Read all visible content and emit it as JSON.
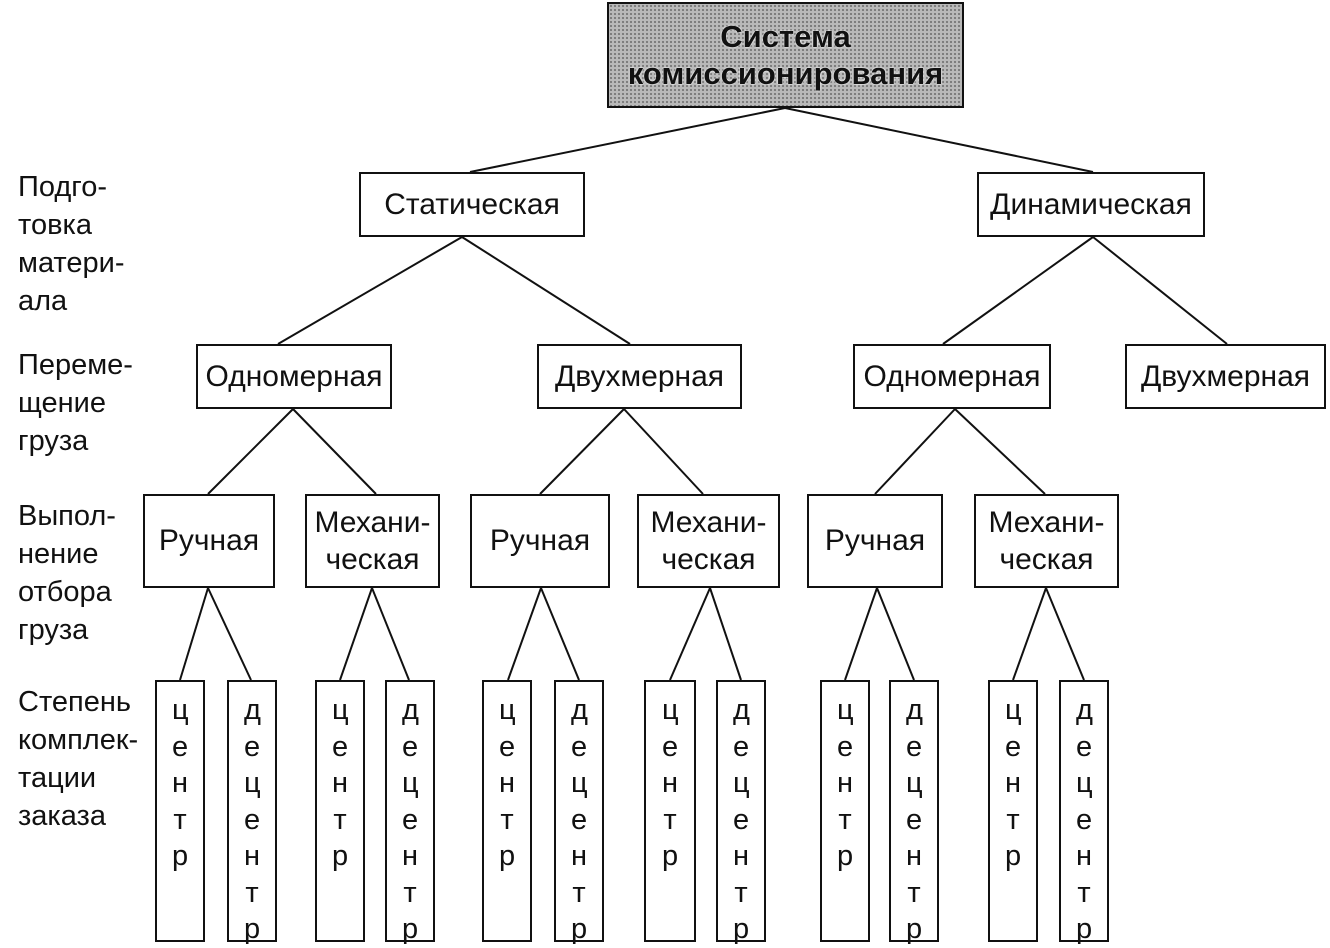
{
  "root": "Система\nкомиссионирования",
  "levels": {
    "l1": "Подго-\nтовка\nматери-\nала",
    "l2": "Переме-\nщение\nгруза",
    "l3": "Выпол-\nнение\nотбора\nгруза",
    "l4": "Степень\nкомплек-\nтации\nзаказа"
  },
  "level1": {
    "static": "Статическая",
    "dynamic": "Динамическая"
  },
  "level2": {
    "static_one": "Одномерная",
    "static_two": "Двухмерная",
    "dynamic_one": "Одномерная",
    "dynamic_two": "Двухмерная"
  },
  "level3": {
    "g1_manual": "Ручная",
    "g1_mech": "Механи-\nческая",
    "g2_manual": "Ручная",
    "g2_mech": "Механи-\nческая",
    "g3_manual": "Ручная",
    "g3_mech": "Механи-\nческая"
  },
  "level4": {
    "centr": "центр",
    "decentr": "децентр"
  }
}
